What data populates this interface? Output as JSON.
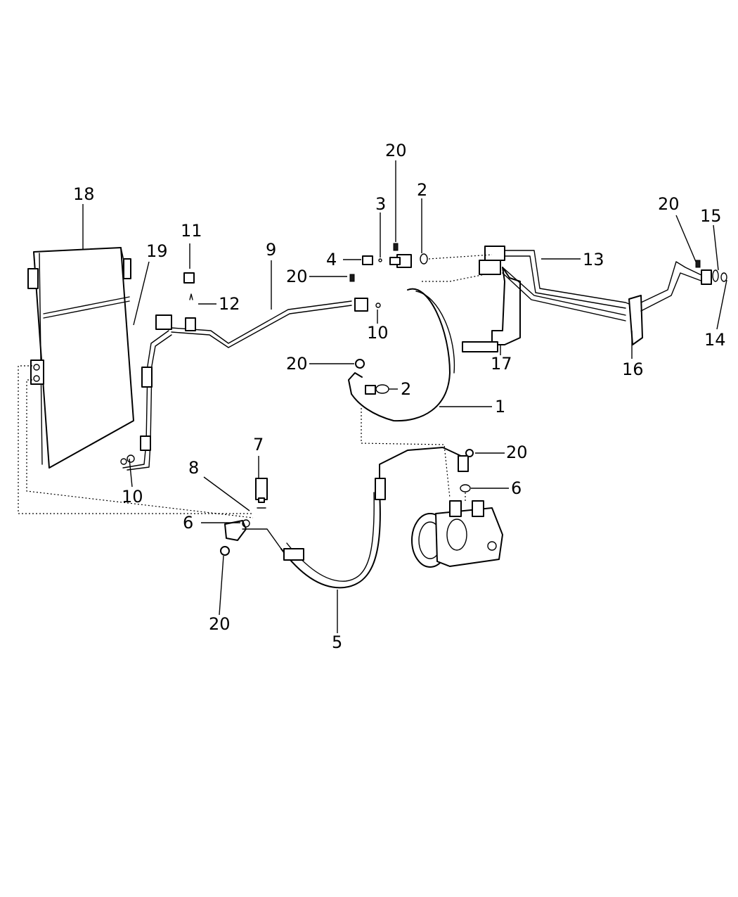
{
  "callouts": {
    "c1": "1",
    "c2a": "2",
    "c2b": "2",
    "c3": "3",
    "c4": "4",
    "c5": "5",
    "c6a": "6",
    "c6b": "6",
    "c7": "7",
    "c8": "8",
    "c9": "9",
    "c10a": "10",
    "c10b": "10",
    "c11": "11",
    "c12": "12",
    "c13": "13",
    "c14": "14",
    "c15": "15",
    "c16": "16",
    "c17": "17",
    "c18": "18",
    "c19": "19",
    "c20a": "20",
    "c20b": "20",
    "c20c": "20",
    "c20d": "20",
    "c20e": "20",
    "c20f": "20"
  }
}
